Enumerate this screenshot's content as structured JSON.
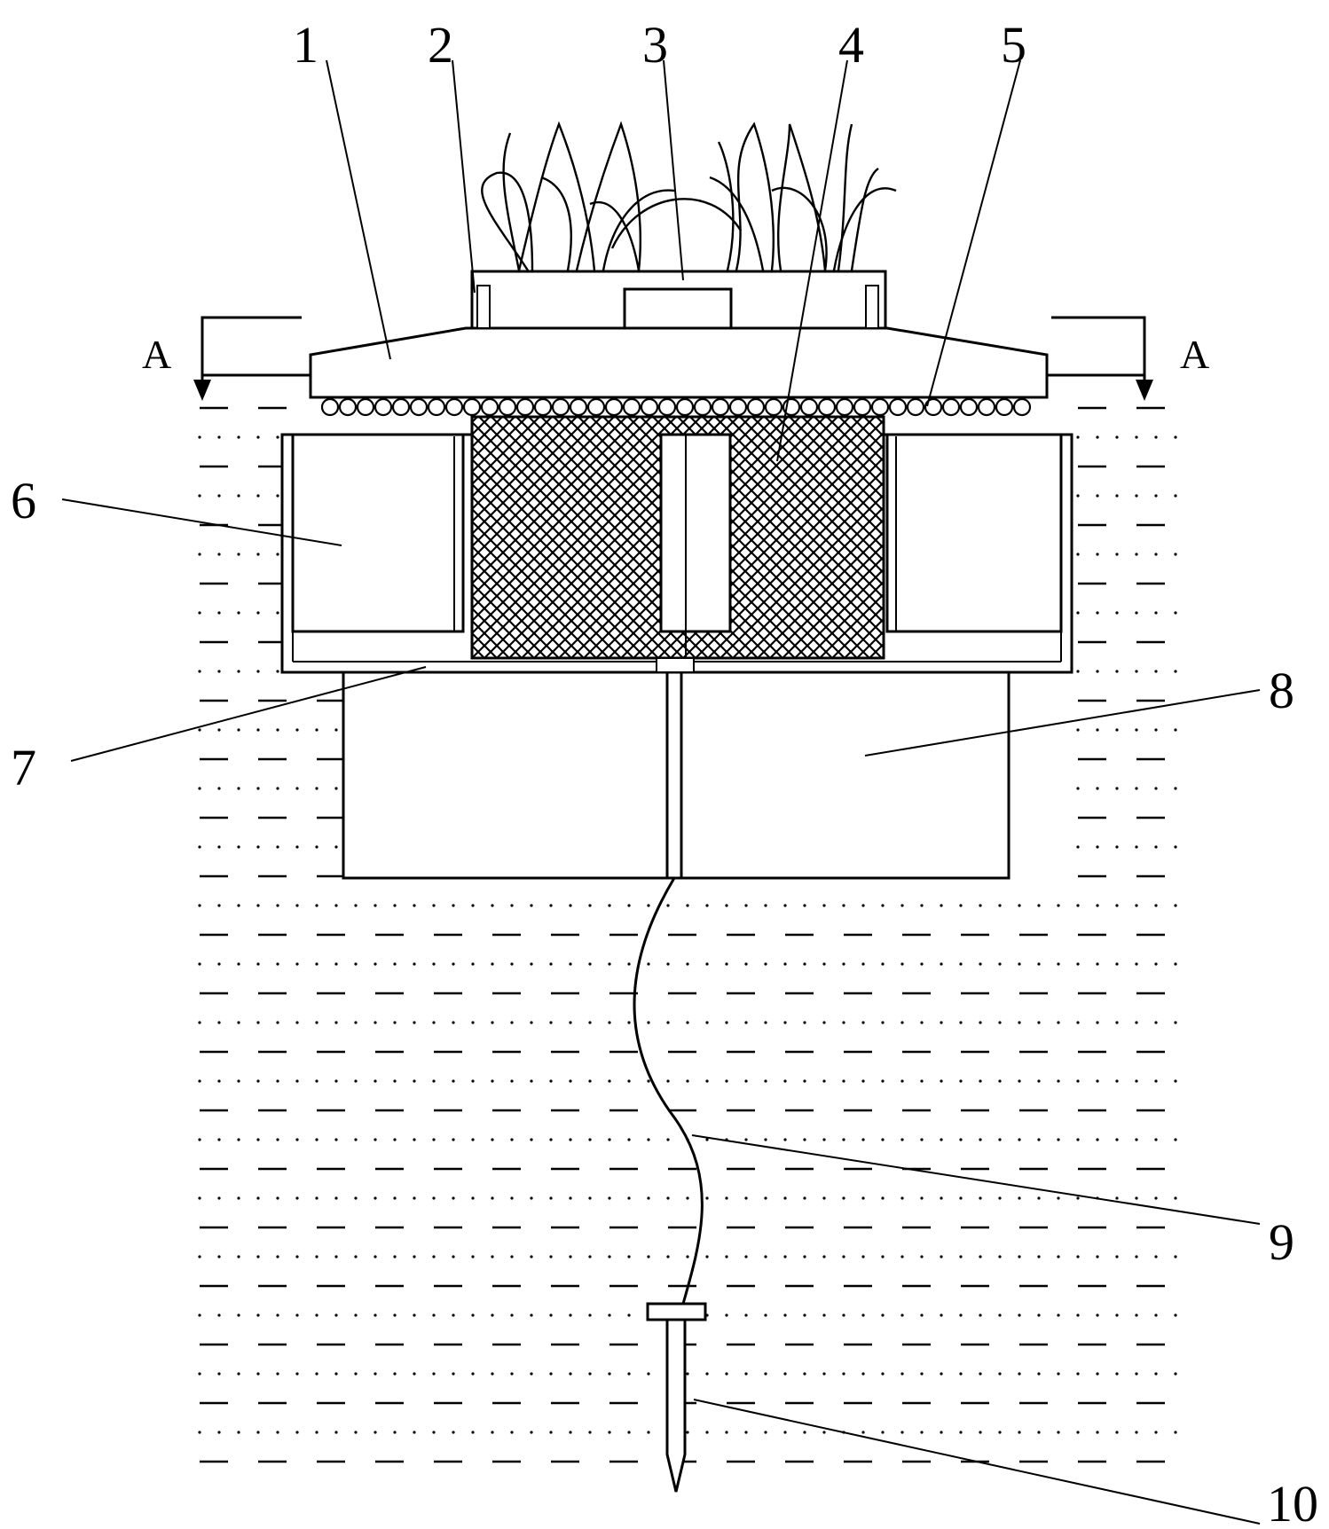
{
  "labels": {
    "part1": "1",
    "part2": "2",
    "part3": "3",
    "part4": "4",
    "part5": "5",
    "part6": "6",
    "part7": "7",
    "part8": "8",
    "part9": "9",
    "part10": "10"
  },
  "section_marks": {
    "left": "A",
    "right": "A"
  }
}
